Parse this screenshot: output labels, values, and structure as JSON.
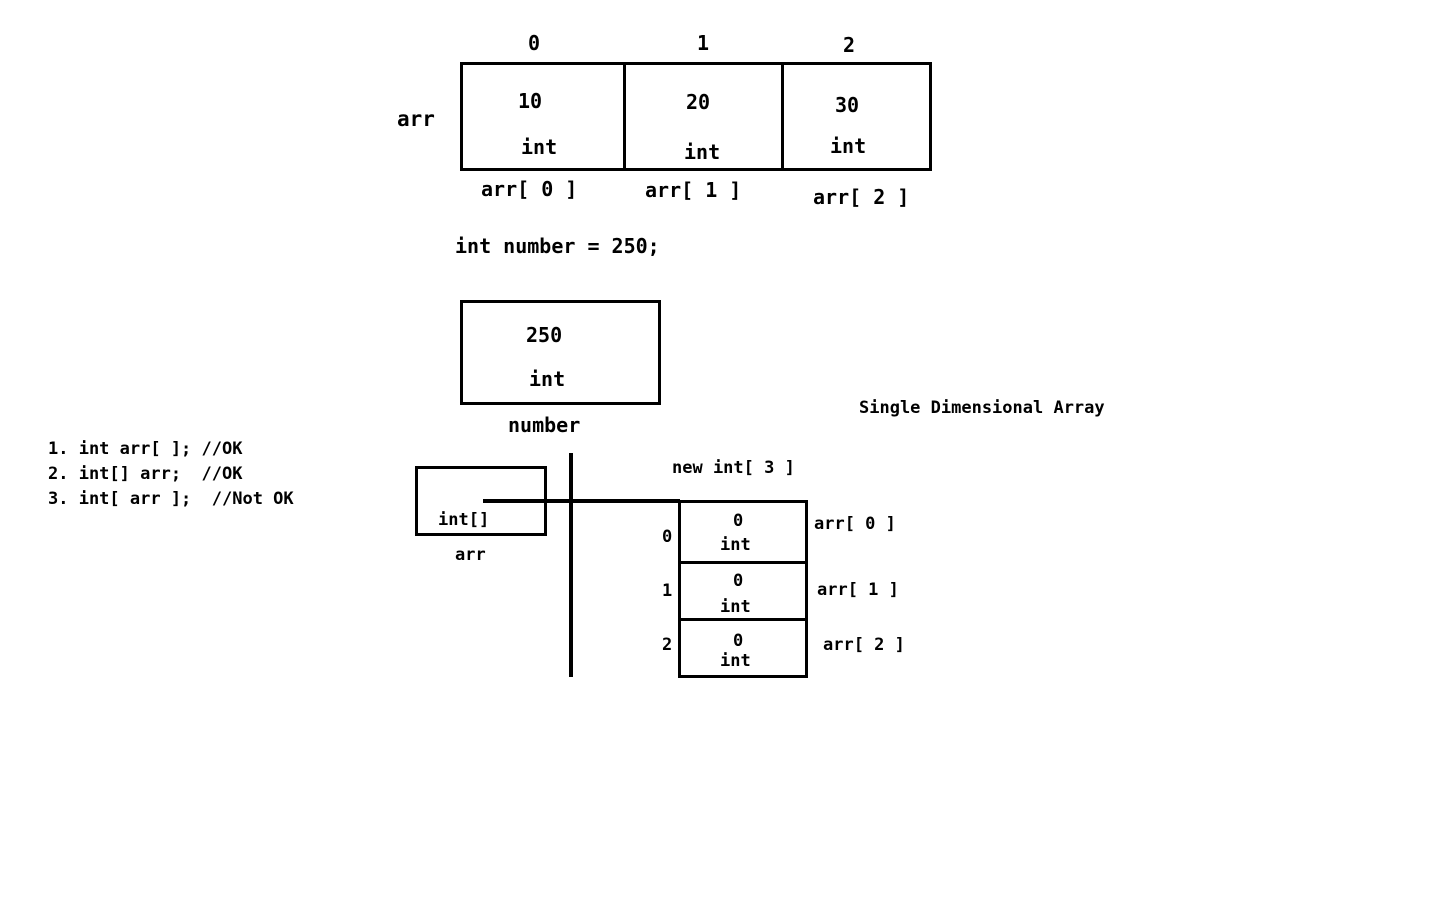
{
  "top_array": {
    "var_name": "arr",
    "indices": [
      "0",
      "1",
      "2"
    ],
    "cells": [
      {
        "value": "10",
        "type": "int",
        "label": "arr[ 0 ]"
      },
      {
        "value": "20",
        "type": "int",
        "label": "arr[ 1 ]"
      },
      {
        "value": "30",
        "type": "int",
        "label": "arr[ 2 ]"
      }
    ]
  },
  "declaration": "int number = 250;",
  "number_box": {
    "value": "250",
    "type": "int",
    "label": "number"
  },
  "title": "Single Dimensional Array",
  "syntax_list": [
    "1. int arr[ ]; //OK",
    "2. int[] arr;  //OK",
    "3. int[ arr ];  //Not OK"
  ],
  "ref_box": {
    "type": "int[]",
    "label": "arr"
  },
  "heap": {
    "new_label": "new int[ 3 ]",
    "cells": [
      {
        "index": "0",
        "value": "0",
        "type": "int",
        "label": "arr[ 0 ]"
      },
      {
        "index": "1",
        "value": "0",
        "type": "int",
        "label": "arr[ 1 ]"
      },
      {
        "index": "2",
        "value": "0",
        "type": "int",
        "label": "arr[ 2 ]"
      }
    ]
  }
}
